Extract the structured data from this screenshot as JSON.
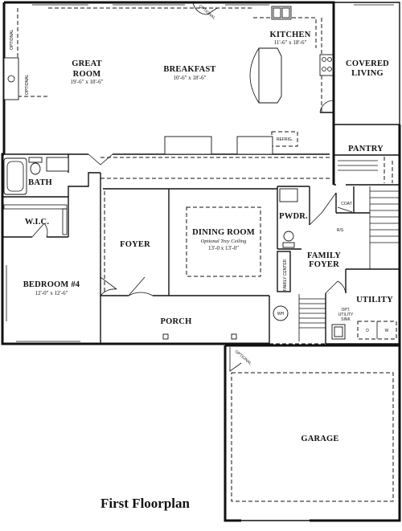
{
  "title": "First Floorplan",
  "rooms": {
    "great_room": {
      "name_line1": "GREAT",
      "name_line2": "ROOM",
      "dims": "19'-6\" x 18'-6\""
    },
    "breakfast": {
      "name": "BREAKFAST",
      "dims": "10'-6\" x 18'-6\""
    },
    "kitchen": {
      "name": "KITCHEN",
      "dims": "11'-6\" x 18'-6\""
    },
    "covered_living": {
      "name_line1": "COVERED",
      "name_line2": "LIVING"
    },
    "pantry": {
      "name": "PANTRY"
    },
    "bath": {
      "name": "BATH"
    },
    "wic": {
      "name": "W.I.C."
    },
    "bedroom4": {
      "name": "BEDROOM #4",
      "dims": "12'-0\" x 12'-6\""
    },
    "foyer": {
      "name": "FOYER"
    },
    "dining_room": {
      "name": "DINING ROOM",
      "note": "Optional Trey Ceiling",
      "dims": "13'-0 x 13'-0\""
    },
    "powder": {
      "name": "PWDR."
    },
    "family_foyer": {
      "name_line1": "FAMILY",
      "name_line2": "FOYER"
    },
    "utility": {
      "name": "UTILITY"
    },
    "porch": {
      "name": "PORCH"
    },
    "garage": {
      "name": "GARAGE"
    }
  },
  "labels": {
    "optional_left_top": "OPTIONAL",
    "optional_left_mid": "OPTIONAL",
    "optional_top": "OPTIONAL",
    "optional_garage": "OPTIONAL",
    "refrig": "REFRIG.",
    "coat": "COAT",
    "rs": "R/S",
    "family_center": "FAMILY CENTER",
    "wh": "WH",
    "opt_utility_sink_1": "OPT.",
    "opt_utility_sink_2": "UTILITY",
    "opt_utility_sink_3": "SINK",
    "dryer": "D",
    "washer": "W"
  }
}
